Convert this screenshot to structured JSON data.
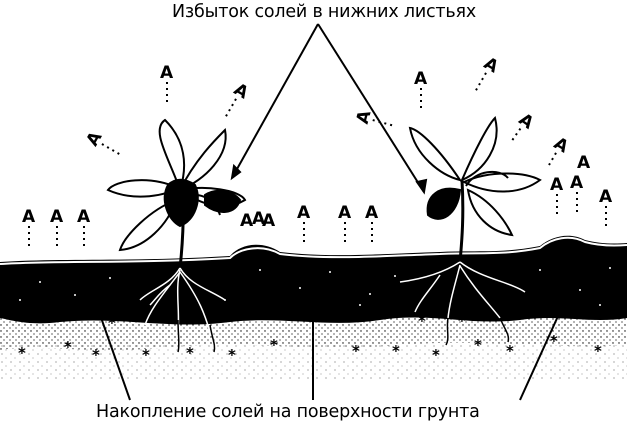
{
  "diagram": {
    "top_caption": "Избыток солей в нижних листьях",
    "bottom_caption": "Накопление солей на поверхности грунта",
    "evaporation_symbol": "A",
    "salt_symbol": "*",
    "icons": [
      "plant-icon",
      "evaporation-arrow-icon",
      "salt-crystal-icon",
      "root-icon"
    ],
    "colors": {
      "ink": "#000000",
      "paper": "#ffffff"
    }
  }
}
